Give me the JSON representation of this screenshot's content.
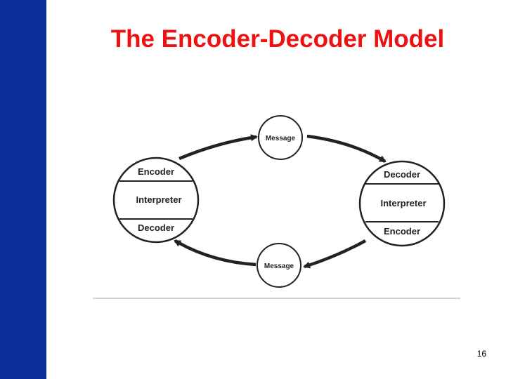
{
  "slide": {
    "title": "The Encoder-Decoder Model",
    "page_number": "16"
  },
  "diagram": {
    "left_node": {
      "sections": [
        "Encoder",
        "Interpreter",
        "Decoder"
      ]
    },
    "right_node": {
      "sections": [
        "Decoder",
        "Interpreter",
        "Encoder"
      ]
    },
    "top_message": "Message",
    "bottom_message": "Message"
  },
  "colors": {
    "side_bar": "#0a2f9c",
    "title": "#ee1111",
    "diagram_stroke": "#222222"
  }
}
